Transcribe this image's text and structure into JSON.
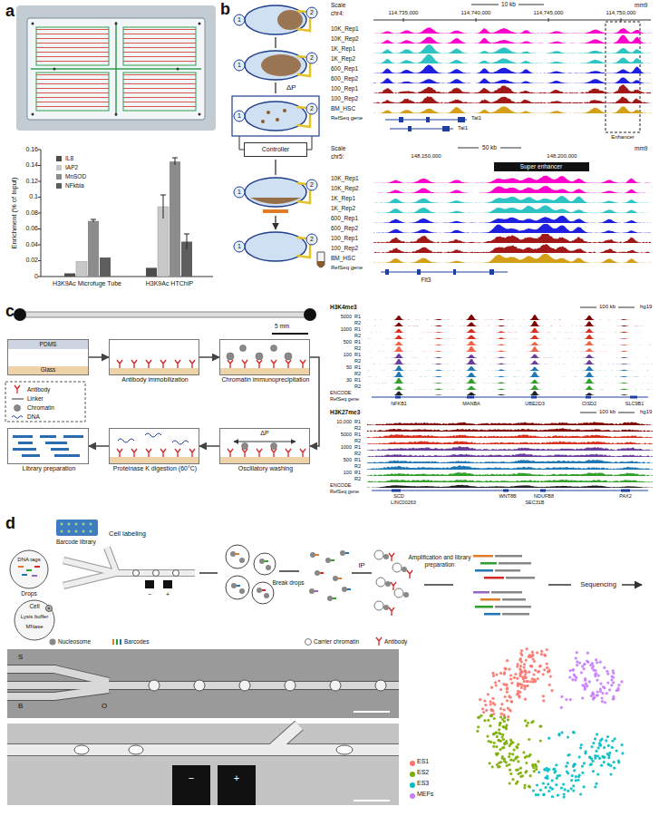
{
  "diagram": {
    "nodes": [
      {
        "text": [
          "Controller"
        ]
      },
      {
        "text": [
          "PDMS",
          "Glass"
        ]
      },
      {
        "text": [
          "Antibody immobilization"
        ]
      },
      {
        "text": [
          "Chromatin immunoprecipitation"
        ]
      },
      {
        "text": [
          "Library preparation"
        ]
      },
      {
        "text": [
          "Proteinase K digestion (60°C)"
        ]
      },
      {
        "text": [
          "Oscillatory washing",
          "ΔP"
        ]
      }
    ],
    "edges": [
      {
        "from": 1,
        "to": 2,
        "arrow": "to"
      },
      {
        "from": 2,
        "to": 3,
        "arrow": "to"
      },
      {
        "from": 3,
        "to": 6,
        "arrow": "to"
      },
      {
        "from": 6,
        "to": 5,
        "arrow": "to"
      },
      {
        "from": 5,
        "to": 4,
        "arrow": "to"
      }
    ],
    "labels": [
      "a",
      "b",
      "c",
      "d",
      "0",
      "0.02",
      "0.04",
      "0.06",
      "0.08",
      "0.1",
      "0.12",
      "0.14",
      "0.16",
      "Enrichment (% of Input)",
      "H3K9Ac Microfuge Tube",
      "H3K9Ac HTChIP",
      "1",
      "2",
      "1",
      "2",
      "1",
      "2",
      "1",
      "2",
      "1",
      "2",
      "ΔP",
      "Scale",
      "10 kb",
      "mm9",
      "chr4:",
      "114,735,000",
      "114,740,000",
      "114,745,000",
      "114,750,000",
      "10K_Rep1",
      "10K_Rep2",
      "1K_Rep1",
      "1K_Rep2",
      "600_Rep1",
      "600_Rep2",
      "100_Rep1",
      "100_Rep2",
      "BM_HSC",
      "RefSeq gene",
      "Tal1",
      "Tal1",
      "Enhancer",
      "Scale",
      "50 kb",
      "mm9",
      "chr5:",
      "148,150,000",
      "148,200,000",
      "Super enhancer",
      "10K_Rep1",
      "10K_Rep2",
      "1K_Rep1",
      "1K_Rep2",
      "600_Rep1",
      "600_Rep2",
      "100_Rep1",
      "100_Rep2",
      "BM_HSC",
      "RefSeq gene",
      "Flt3",
      "5 mm",
      "H3K4me3",
      "100 kb",
      "hg19",
      "5000",
      "R1",
      "R2",
      "1000",
      "R1",
      "R2",
      "500",
      "R1",
      "R2",
      "100",
      "R1",
      "R2",
      "50",
      "R1",
      "R2",
      "30",
      "R1",
      "R2",
      "ENCODE",
      "RefSeq gene",
      "NFKB1",
      "MANBA",
      "UBE2D3",
      "CISD2",
      "SLC9B1",
      "H3K27me3",
      "100 kb",
      "hg19",
      "10,000",
      "R1",
      "R2",
      "5000",
      "R1",
      "R2",
      "1000",
      "R1",
      "R2",
      "500",
      "R1",
      "R2",
      "100",
      "R1",
      "R2",
      "ENCODE",
      "RefSeq gene",
      "SCD",
      "LINC00263",
      "WNT8B",
      "NDUFB8",
      "SEC31B",
      "PAX2",
      "Cell labeling",
      "Barcode library",
      "DNA tags",
      "Drops",
      "Cell",
      "Lysis buffer",
      "MNase",
      "−",
      "+",
      "Break drops",
      "IP",
      "Amplification and library preparation",
      "Sequencing",
      "S",
      "B",
      "O",
      "−",
      "+"
    ],
    "legend": [
      {
        "text": "IL8",
        "color": "#4d4d4d"
      },
      {
        "text": "IAP2",
        "color": "#c8c8c8"
      },
      {
        "text": "MnSOD",
        "color": "#8c8c8c"
      },
      {
        "text": "NFkbia",
        "color": "#5e5e5e"
      },
      {
        "text": "Antibody"
      },
      {
        "text": "Linker"
      },
      {
        "text": "Chromatin"
      },
      {
        "text": "DNA"
      },
      {
        "text": "Nucleosome"
      },
      {
        "text": "Barcodes"
      },
      {
        "text": "Carrier chromatin"
      },
      {
        "text": "Antibody"
      },
      {
        "text": "ES1",
        "color": "#f8766d"
      },
      {
        "text": "ES2",
        "color": "#7cae00"
      },
      {
        "text": "ES3",
        "color": "#00bfc4"
      },
      {
        "text": "MEFs",
        "color": "#c77cff"
      }
    ]
  }
}
